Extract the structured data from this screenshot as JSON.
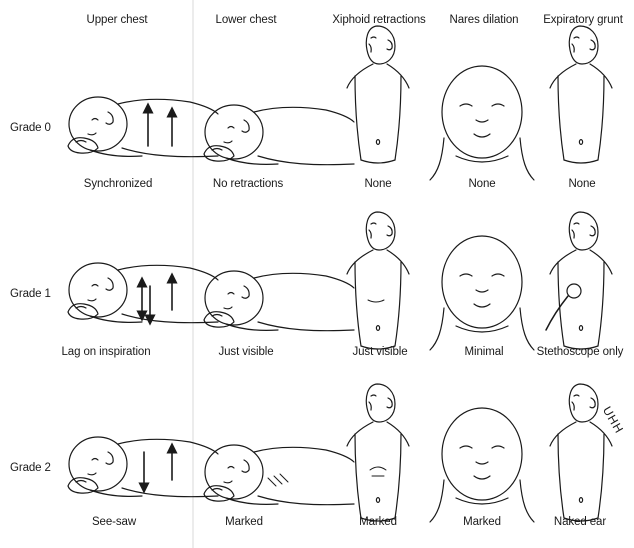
{
  "columns": [
    "Upper chest",
    "Lower chest",
    "Xiphoid retractions",
    "Nares dilation",
    "Expiratory grunt"
  ],
  "rows": [
    {
      "grade": "Grade 0",
      "captions": [
        "Synchronized",
        "No retractions",
        "None",
        "None",
        "None"
      ]
    },
    {
      "grade": "Grade 1",
      "captions": [
        "Lag on inspiration",
        "Just visible",
        "Just visible",
        "Minimal",
        "Stethoscope only"
      ]
    },
    {
      "grade": "Grade 2",
      "captions": [
        "See-saw",
        "Marked",
        "Marked",
        "Marked",
        "Naked ear"
      ]
    }
  ],
  "grunt_sound": "UHH"
}
